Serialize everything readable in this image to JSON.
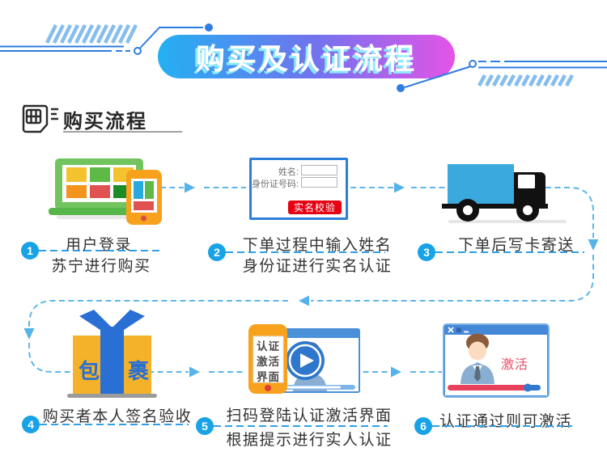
{
  "header": {
    "banner_title": "购买及认证流程"
  },
  "section": {
    "title": "购买流程"
  },
  "steps": [
    {
      "num": "1",
      "lines": [
        "用户登录",
        "苏宁进行购买"
      ]
    },
    {
      "num": "2",
      "lines": [
        "下单过程中输入姓名",
        "身份证进行实名认证"
      ],
      "form": {
        "name_label": "姓名:",
        "id_label": "身份证号码:",
        "verify_button": "实名校验"
      }
    },
    {
      "num": "3",
      "lines": [
        "下单后写卡寄送"
      ]
    },
    {
      "num": "4",
      "lines": [
        "购买者本人签名验收"
      ],
      "parcel_chars": [
        "包",
        "裹"
      ]
    },
    {
      "num": "5",
      "lines": [
        "扫码登陆认证激活界面",
        "根据提示进行实人认证"
      ],
      "phone_screen_lines": [
        "认证",
        "激活",
        "界面"
      ]
    },
    {
      "num": "6",
      "lines": [
        "认证通过则可激活"
      ],
      "activate_label": "激活"
    }
  ],
  "palette": {
    "banner_gradient": [
      "#24b0f2",
      "#6f74ee",
      "#e354e7"
    ],
    "connector_dash_blue": "#5eb6e9",
    "underline_dash_blue": "#2f9fe8",
    "step_circle_blue": "#17a3e6",
    "verify_button_red": "#e60012",
    "activate_text_red": "#e8506a",
    "phone_orange": "#f7a11d",
    "laptop_green": "#72c45e",
    "truck_blue": "#39a9de",
    "parcel_gold": "#f3b229",
    "ribbon_blue": "#2a6fd4"
  }
}
